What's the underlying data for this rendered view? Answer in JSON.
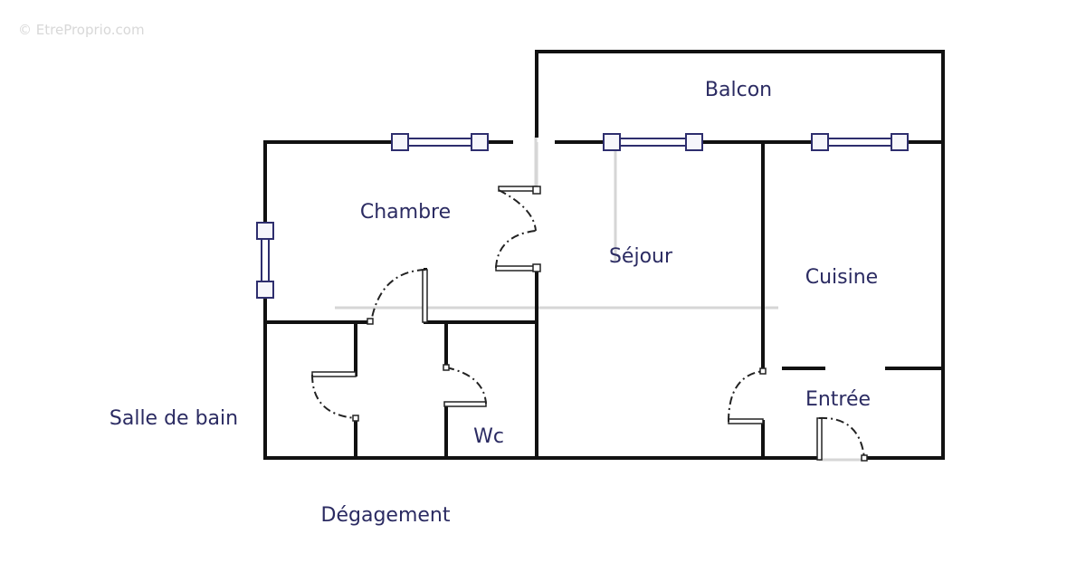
{
  "watermark": "© EtreProprio.com",
  "rooms": {
    "balcon": "Balcon",
    "chambre": "Chambre",
    "sejour": "Séjour",
    "cuisine": "Cuisine",
    "entree": "Entrée",
    "salle_de_bain": "Salle de bain",
    "wc": "Wc",
    "degagement": "Dégagement"
  },
  "colors": {
    "label": "#2b2b62",
    "wall": "#111111",
    "window": "#2e2e6e"
  }
}
